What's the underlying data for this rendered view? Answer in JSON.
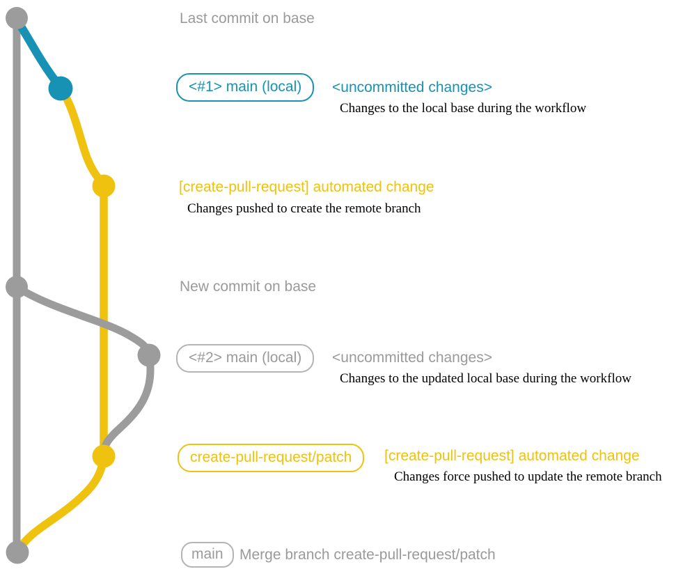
{
  "colors": {
    "teal": "#1792b4",
    "gold": "#eec20e",
    "gray_line": "#9c9c9c",
    "gray_text": "#9a9a9a",
    "gray_border": "#b4b4b4",
    "description_text": "#000000"
  },
  "rows": {
    "last_commit": {
      "label": "Last commit on base"
    },
    "local1": {
      "badge": "<#1> main (local)",
      "status": "<uncommitted changes>",
      "description": "Changes to the local base during the workflow"
    },
    "push1": {
      "title": "[create-pull-request] automated change",
      "description": "Changes pushed to create the remote branch"
    },
    "new_commit": {
      "label": "New commit on base"
    },
    "local2": {
      "badge": "<#2> main (local)",
      "status": "<uncommitted changes>",
      "description": "Changes to the updated local base during the workflow"
    },
    "push2": {
      "badge": "create-pull-request/patch",
      "title": "[create-pull-request] automated change",
      "description": "Changes force pushed to update the remote branch"
    },
    "merge": {
      "badge": "main",
      "label": "Merge branch create-pull-request/patch"
    }
  },
  "graph": {
    "branches": [
      {
        "name": "base",
        "color": "#9c9c9c"
      },
      {
        "name": "main (local)",
        "color": "#1792b4"
      },
      {
        "name": "create-pull-request/patch",
        "color": "#eec20e"
      }
    ],
    "commits": [
      {
        "name": "last-commit-on-base",
        "branch": "base",
        "color": "#9c9c9c"
      },
      {
        "name": "uncommitted-changes-1",
        "branch": "main (local)",
        "color": "#1792b4"
      },
      {
        "name": "automated-change-1",
        "branch": "create-pull-request/patch",
        "color": "#eec20e"
      },
      {
        "name": "new-commit-on-base",
        "branch": "base",
        "color": "#9c9c9c"
      },
      {
        "name": "uncommitted-changes-2",
        "branch": "main (local)",
        "color": "#9c9c9c"
      },
      {
        "name": "automated-change-2",
        "branch": "create-pull-request/patch",
        "color": "#eec20e"
      },
      {
        "name": "merge-commit",
        "branch": "base",
        "color": "#9c9c9c"
      }
    ]
  }
}
